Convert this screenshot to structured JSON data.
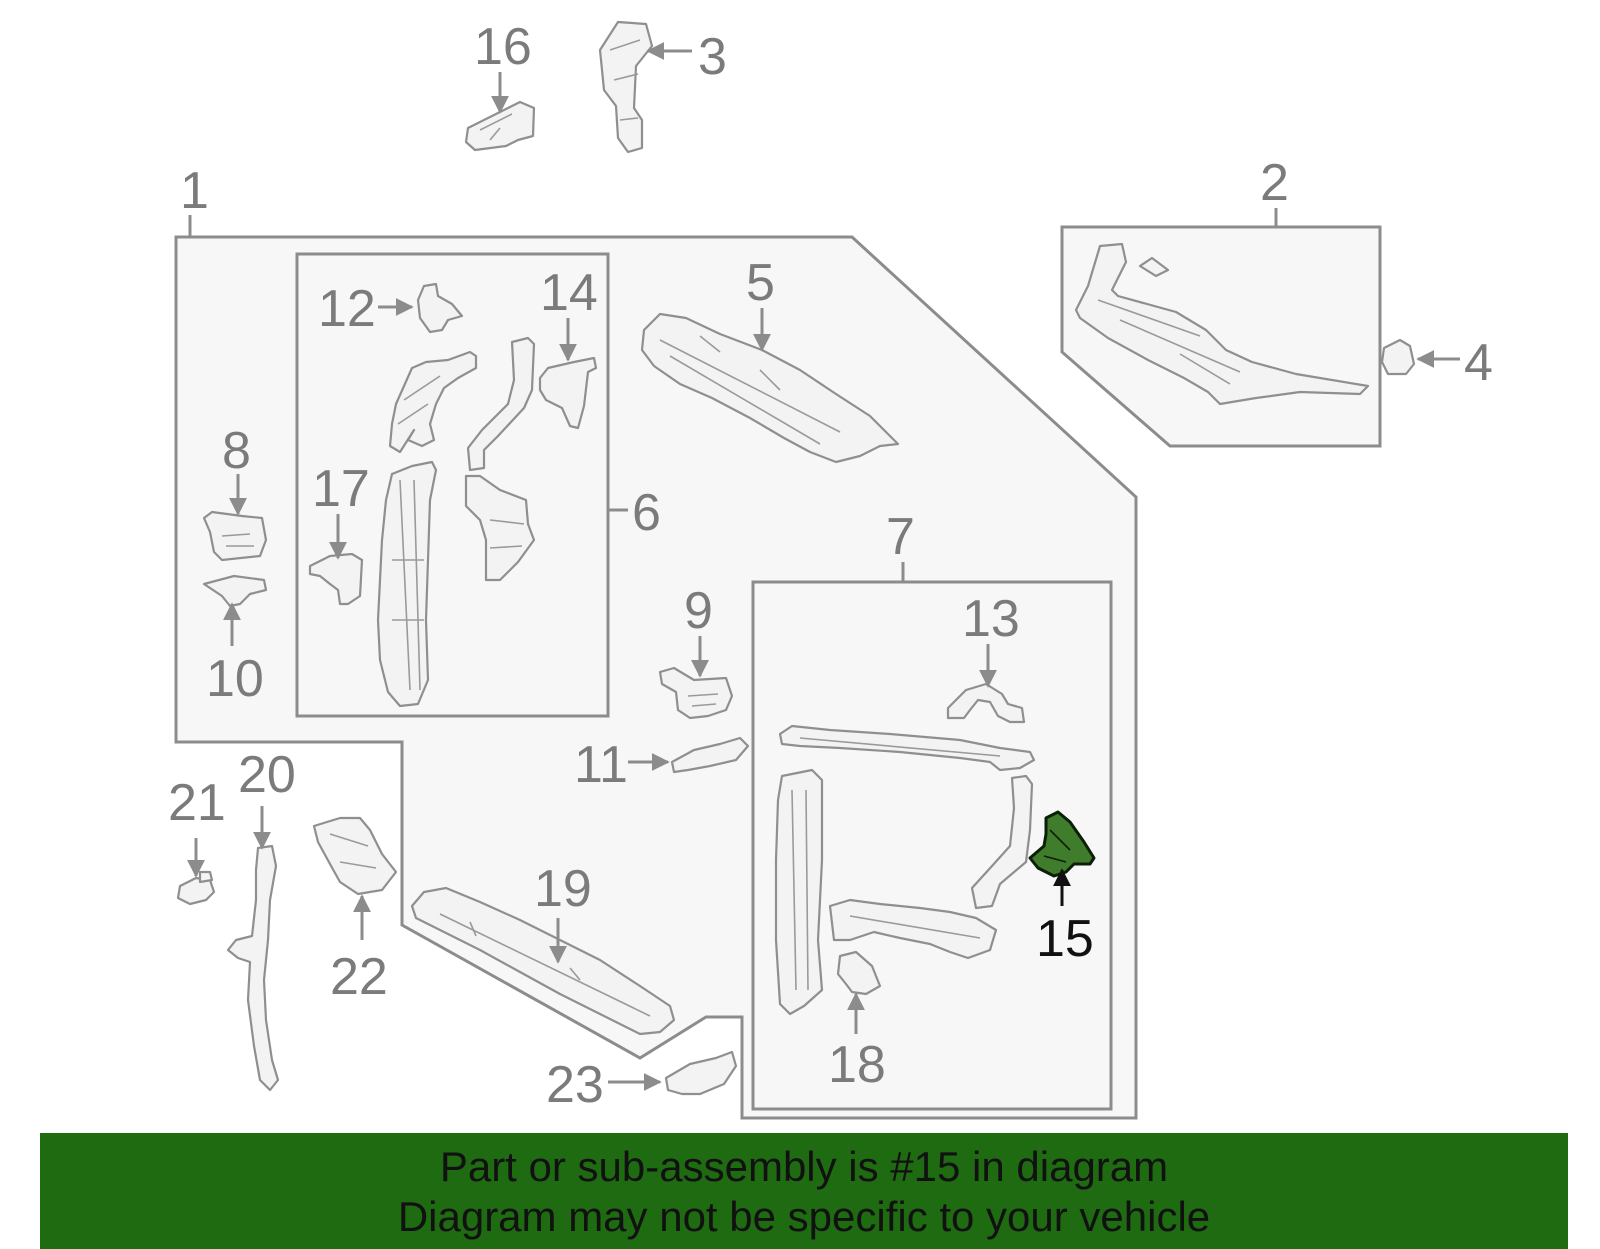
{
  "callouts": {
    "c1": "1",
    "c2": "2",
    "c3": "3",
    "c4": "4",
    "c5": "5",
    "c6": "6",
    "c7": "7",
    "c8": "8",
    "c9": "9",
    "c10": "10",
    "c11": "11",
    "c12": "12",
    "c13": "13",
    "c14": "14",
    "c15": "15",
    "c16": "16",
    "c17": "17",
    "c18": "18",
    "c19": "19",
    "c20": "20",
    "c21": "21",
    "c22": "22",
    "c23": "23"
  },
  "highlight": {
    "part": "15",
    "color": "#3f7d2c"
  },
  "banner": {
    "line1": "Part or sub-assembly is #15 in diagram",
    "line2": "Diagram may not be specific to your vehicle",
    "background": "#1f6b12"
  }
}
